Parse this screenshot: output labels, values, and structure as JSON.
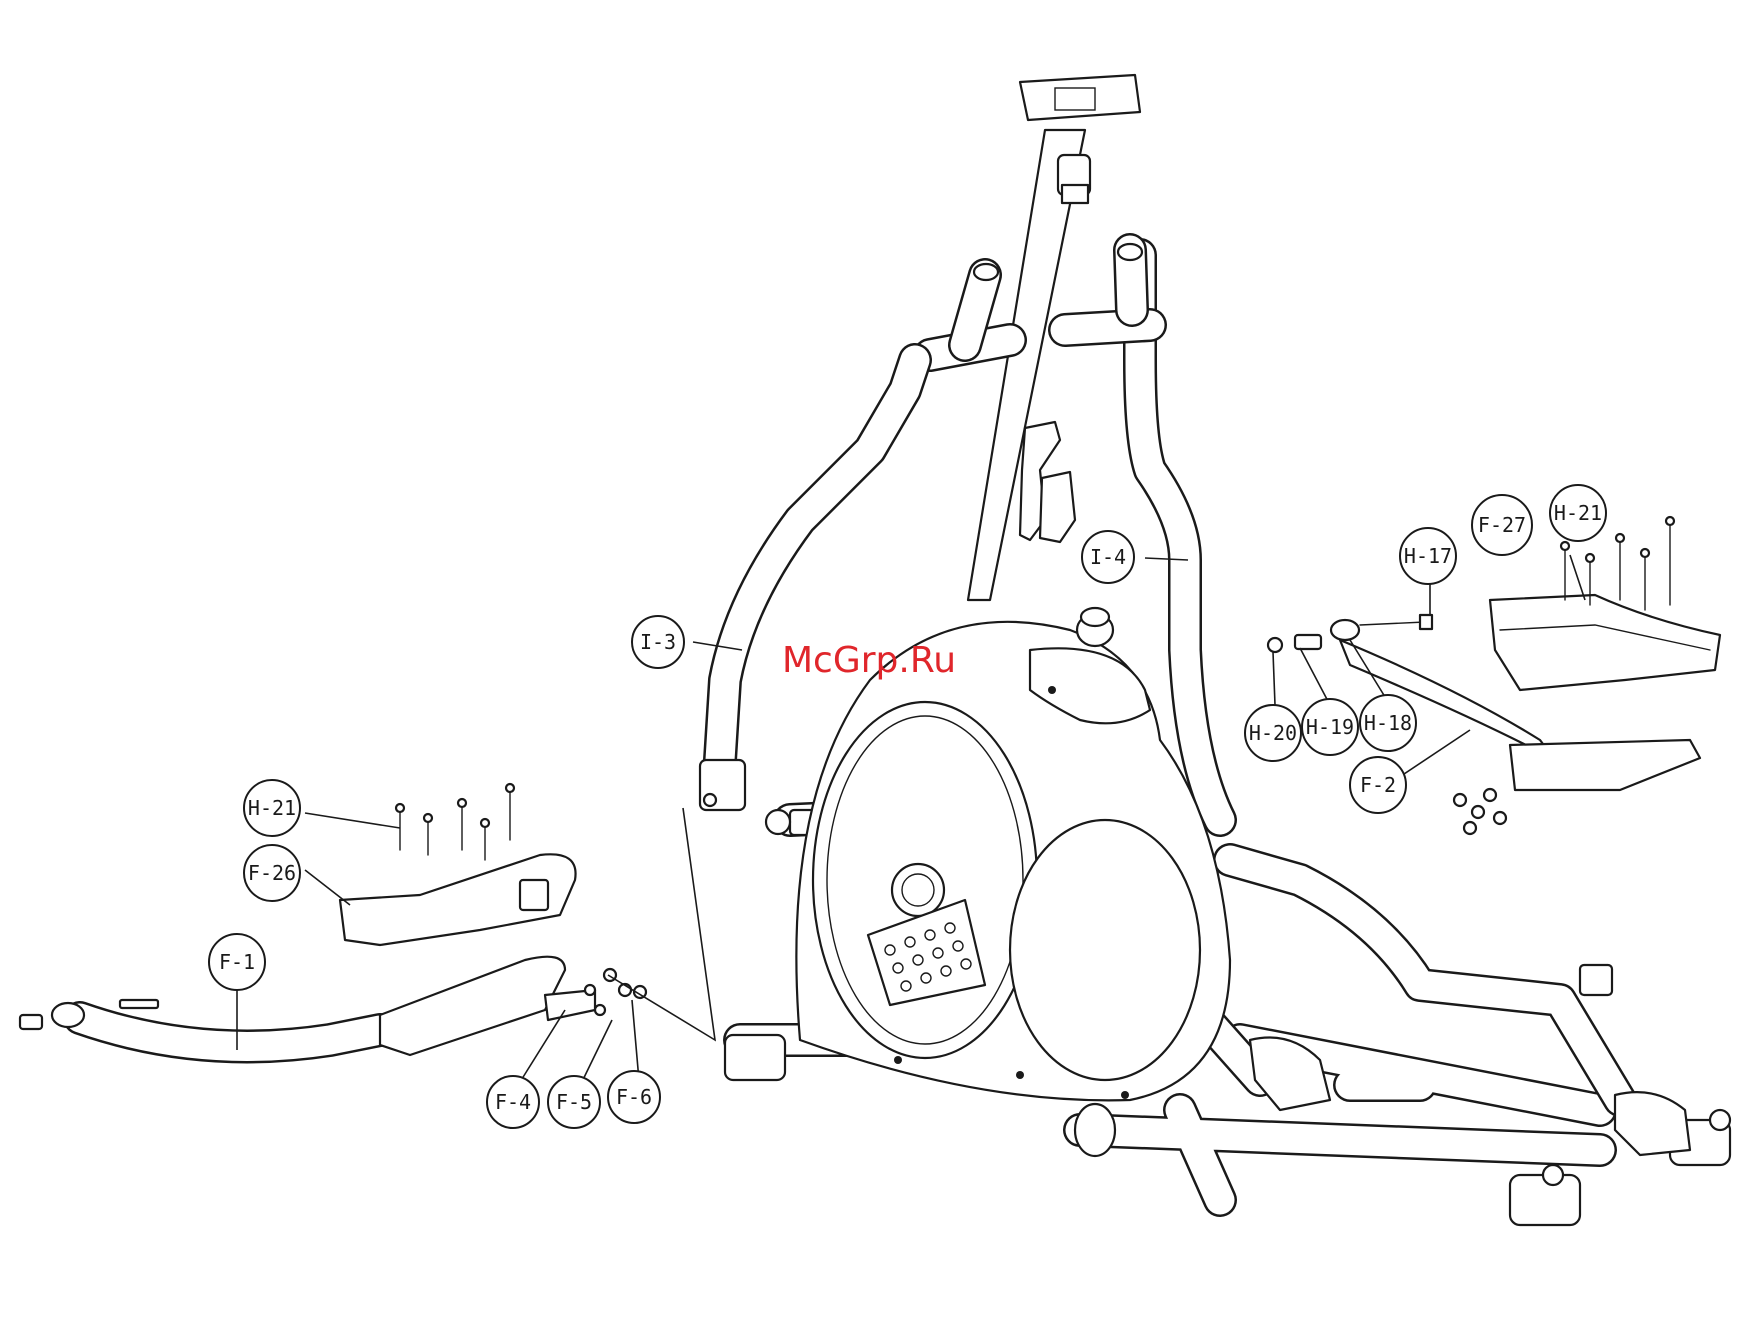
{
  "watermark": "McGrp.Ru",
  "callouts": {
    "i3": "I-3",
    "i4": "I-4",
    "h21_left": "H-21",
    "f26": "F-26",
    "f1": "F-1",
    "f4": "F-4",
    "f5": "F-5",
    "f6": "F-6",
    "h17": "H-17",
    "f27": "F-27",
    "h21_right": "H-21",
    "h20": "H-20",
    "h19": "H-19",
    "h18": "H-18",
    "f2": "F-2"
  },
  "colors": {
    "line": "#1a1a1a",
    "watermark": "#e0262b",
    "background": "#ffffff"
  }
}
